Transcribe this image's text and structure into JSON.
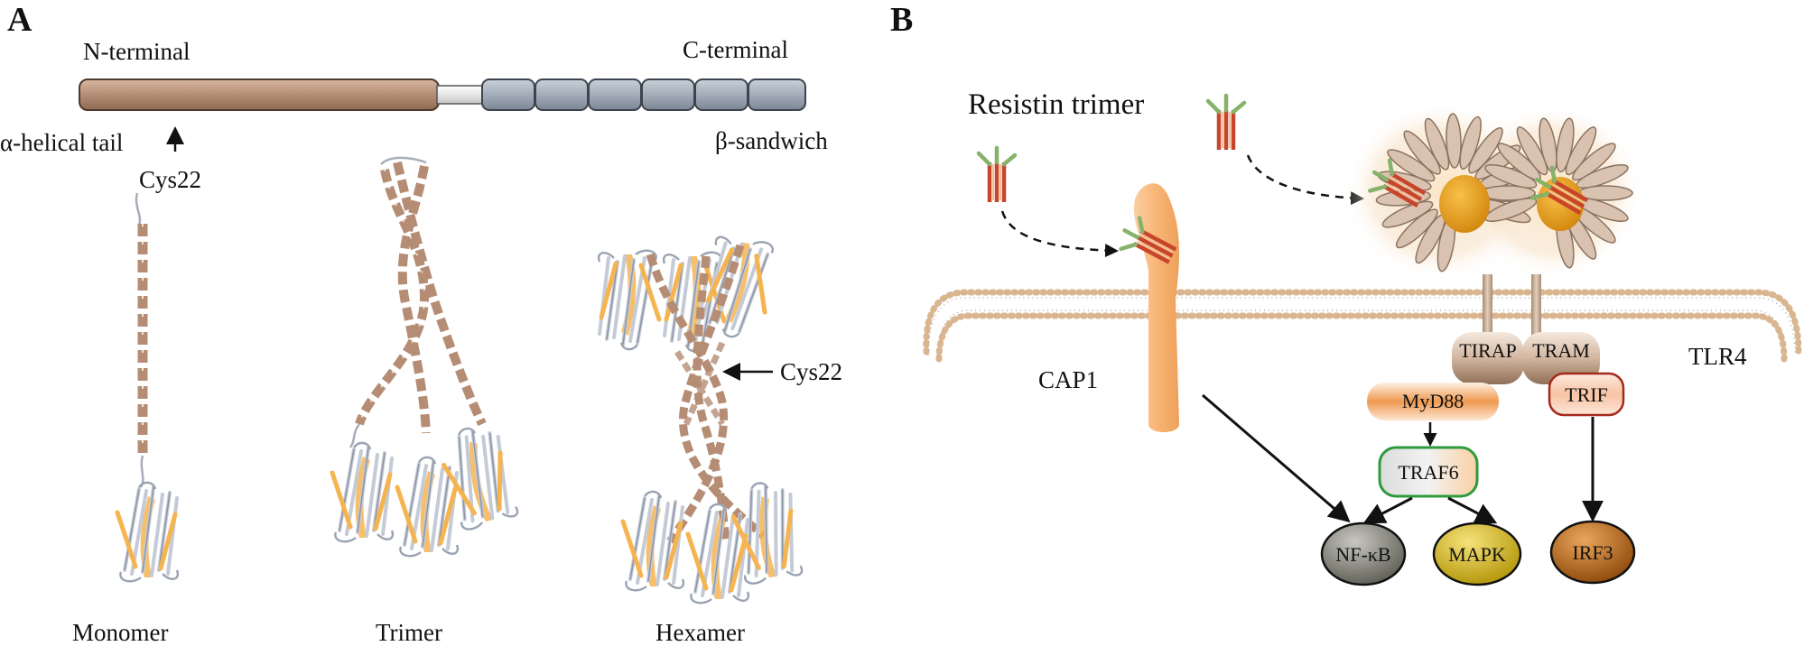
{
  "panel_a": {
    "letter": "A",
    "n_terminal": "N-terminal",
    "c_terminal": "C-terminal",
    "alpha_tail": "α-helical tail",
    "beta_sandwich": "β-sandwich",
    "cys22_top": "Cys22",
    "cys22_hexamer": "Cys22",
    "monomer": "Monomer",
    "trimer": "Trimer",
    "hexamer": "Hexamer"
  },
  "panel_b": {
    "letter": "B",
    "resistin_trimer": "Resistin trimer",
    "cap1": "CAP1",
    "tlr4": "TLR4",
    "tirap": "TIRAP",
    "tram": "TRAM",
    "myd88": "MyD88",
    "trif": "TRIF",
    "traf6": "TRAF6",
    "nfkb": "NF-κB",
    "mapk": "MAPK",
    "irf3": "IRF3"
  },
  "colors": {
    "helix_brown": "#b58d74",
    "beta_blue": "#a3adb9",
    "strand_gray": "#c4cad6",
    "beta_orange": "#f6b450",
    "membrane_tan": "#d9b690",
    "cap1_orange": "#f8b576",
    "tlr4_tan": "#cdb096",
    "myd88_orange": "#ef9a52",
    "traf6_border": "#2f9a3c",
    "trif_border": "#a52a1e",
    "nfkb_gray": "#7e7e74",
    "mapk_yellow": "#e3c41a",
    "irf3_orange": "#c96e16",
    "resistin_red": "#c8452b",
    "resistin_green": "#86b26a"
  }
}
